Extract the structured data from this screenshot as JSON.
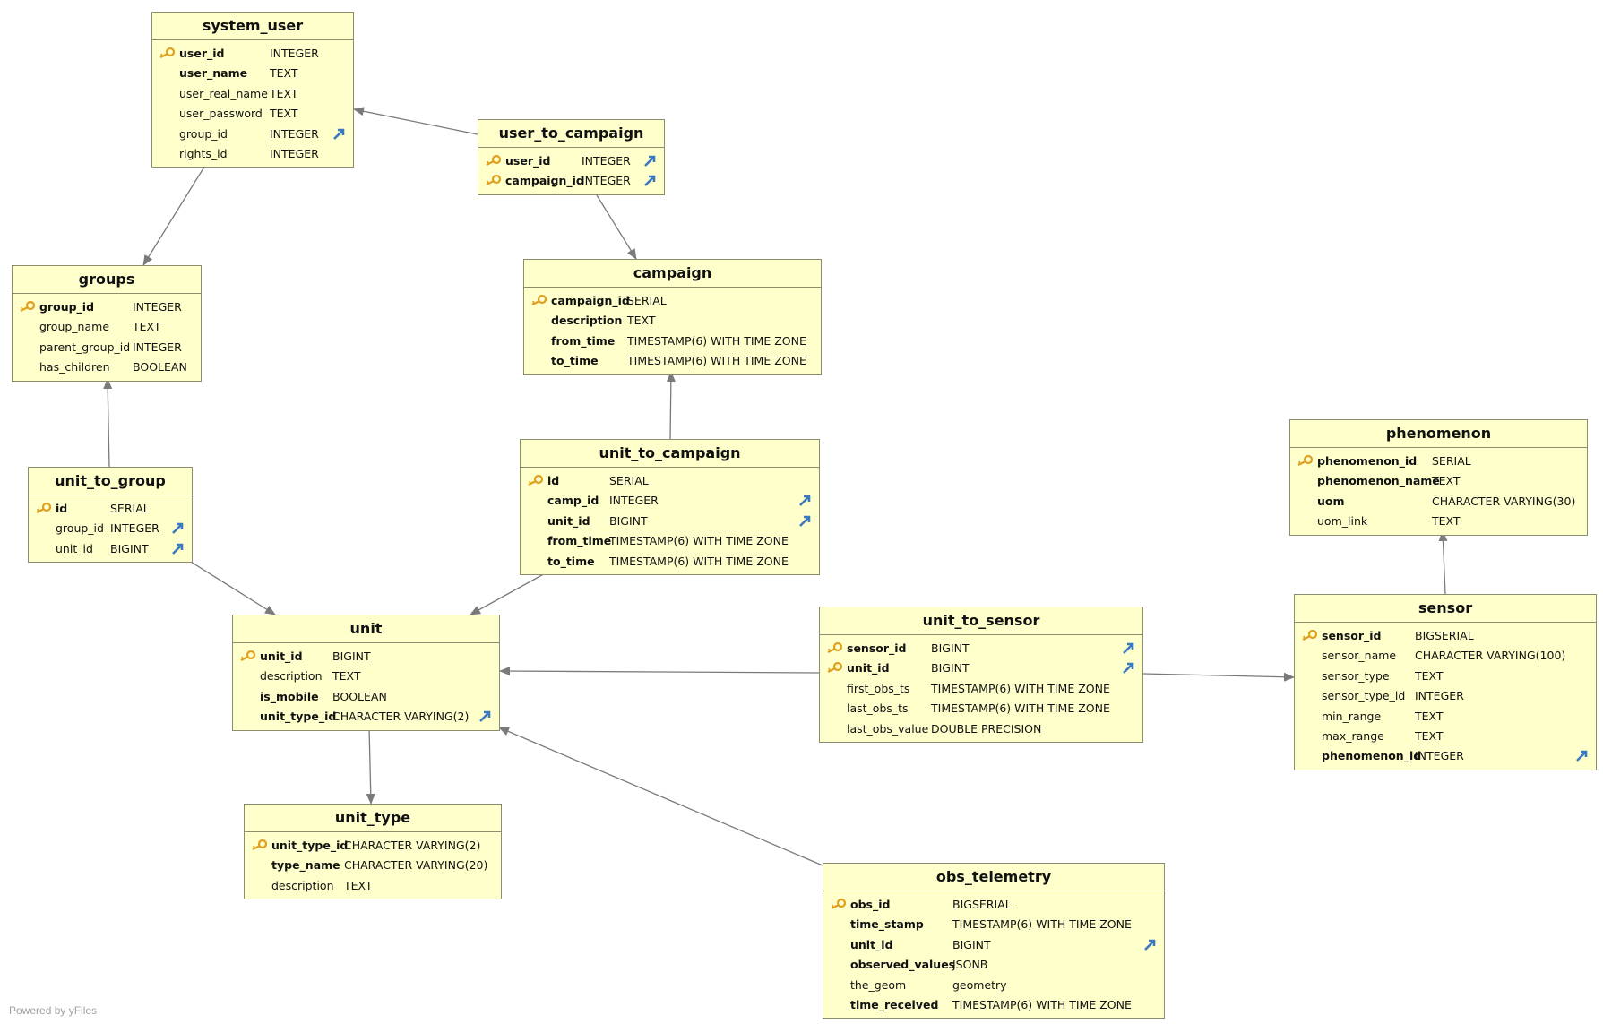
{
  "footer": {
    "powered_by": "Powered by yFiles"
  },
  "tables": [
    {
      "id": "system_user",
      "title": "system_user",
      "name_key": "system-user",
      "columns": [
        {
          "name": "user_id",
          "type": "INTEGER",
          "pk": true,
          "bold": true,
          "fk": false
        },
        {
          "name": "user_name",
          "type": "TEXT",
          "pk": false,
          "bold": true,
          "fk": false
        },
        {
          "name": "user_real_name",
          "type": "TEXT",
          "pk": false,
          "bold": false,
          "fk": false
        },
        {
          "name": "user_password",
          "type": "TEXT",
          "pk": false,
          "bold": false,
          "fk": false
        },
        {
          "name": "group_id",
          "type": "INTEGER",
          "pk": false,
          "bold": false,
          "fk": true
        },
        {
          "name": "rights_id",
          "type": "INTEGER",
          "pk": false,
          "bold": false,
          "fk": false
        }
      ]
    },
    {
      "id": "user_to_campaign",
      "title": "user_to_campaign",
      "name_key": "user-to-campaign",
      "columns": [
        {
          "name": "user_id",
          "type": "INTEGER",
          "pk": true,
          "bold": true,
          "fk": true
        },
        {
          "name": "campaign_id",
          "type": "INTEGER",
          "pk": true,
          "bold": true,
          "fk": true
        }
      ]
    },
    {
      "id": "groups",
      "title": "groups",
      "name_key": "groups",
      "columns": [
        {
          "name": "group_id",
          "type": "INTEGER",
          "pk": true,
          "bold": true,
          "fk": false
        },
        {
          "name": "group_name",
          "type": "TEXT",
          "pk": false,
          "bold": false,
          "fk": false
        },
        {
          "name": "parent_group_id",
          "type": "INTEGER",
          "pk": false,
          "bold": false,
          "fk": false
        },
        {
          "name": "has_children",
          "type": "BOOLEAN",
          "pk": false,
          "bold": false,
          "fk": false
        }
      ]
    },
    {
      "id": "campaign",
      "title": "campaign",
      "name_key": "campaign",
      "columns": [
        {
          "name": "campaign_id",
          "type": "SERIAL",
          "pk": true,
          "bold": true,
          "fk": false
        },
        {
          "name": "description",
          "type": "TEXT",
          "pk": false,
          "bold": true,
          "fk": false
        },
        {
          "name": "from_time",
          "type": "TIMESTAMP(6) WITH TIME ZONE",
          "pk": false,
          "bold": true,
          "fk": false
        },
        {
          "name": "to_time",
          "type": "TIMESTAMP(6) WITH TIME ZONE",
          "pk": false,
          "bold": true,
          "fk": false
        }
      ]
    },
    {
      "id": "phenomenon",
      "title": "phenomenon",
      "name_key": "phenomenon",
      "columns": [
        {
          "name": "phenomenon_id",
          "type": "SERIAL",
          "pk": true,
          "bold": true,
          "fk": false
        },
        {
          "name": "phenomenon_name",
          "type": "TEXT",
          "pk": false,
          "bold": true,
          "fk": false
        },
        {
          "name": "uom",
          "type": "CHARACTER VARYING(30)",
          "pk": false,
          "bold": true,
          "fk": false
        },
        {
          "name": "uom_link",
          "type": "TEXT",
          "pk": false,
          "bold": false,
          "fk": false
        }
      ]
    },
    {
      "id": "unit_to_group",
      "title": "unit_to_group",
      "name_key": "unit-to-group",
      "columns": [
        {
          "name": "id",
          "type": "SERIAL",
          "pk": true,
          "bold": true,
          "fk": false
        },
        {
          "name": "group_id",
          "type": "INTEGER",
          "pk": false,
          "bold": false,
          "fk": true
        },
        {
          "name": "unit_id",
          "type": "BIGINT",
          "pk": false,
          "bold": false,
          "fk": true
        }
      ]
    },
    {
      "id": "unit_to_campaign",
      "title": "unit_to_campaign",
      "name_key": "unit-to-campaign",
      "columns": [
        {
          "name": "id",
          "type": "SERIAL",
          "pk": true,
          "bold": true,
          "fk": false
        },
        {
          "name": "camp_id",
          "type": "INTEGER",
          "pk": false,
          "bold": true,
          "fk": true
        },
        {
          "name": "unit_id",
          "type": "BIGINT",
          "pk": false,
          "bold": true,
          "fk": true
        },
        {
          "name": "from_time",
          "type": "TIMESTAMP(6) WITH TIME ZONE",
          "pk": false,
          "bold": true,
          "fk": false
        },
        {
          "name": "to_time",
          "type": "TIMESTAMP(6) WITH TIME ZONE",
          "pk": false,
          "bold": true,
          "fk": false
        }
      ]
    },
    {
      "id": "unit",
      "title": "unit",
      "name_key": "unit",
      "columns": [
        {
          "name": "unit_id",
          "type": "BIGINT",
          "pk": true,
          "bold": true,
          "fk": false
        },
        {
          "name": "description",
          "type": "TEXT",
          "pk": false,
          "bold": false,
          "fk": false
        },
        {
          "name": "is_mobile",
          "type": "BOOLEAN",
          "pk": false,
          "bold": true,
          "fk": false
        },
        {
          "name": "unit_type_id",
          "type": "CHARACTER VARYING(2)",
          "pk": false,
          "bold": true,
          "fk": true
        }
      ]
    },
    {
      "id": "unit_to_sensor",
      "title": "unit_to_sensor",
      "name_key": "unit-to-sensor",
      "columns": [
        {
          "name": "sensor_id",
          "type": "BIGINT",
          "pk": true,
          "bold": true,
          "fk": true
        },
        {
          "name": "unit_id",
          "type": "BIGINT",
          "pk": true,
          "bold": true,
          "fk": true
        },
        {
          "name": "first_obs_ts",
          "type": "TIMESTAMP(6) WITH TIME ZONE",
          "pk": false,
          "bold": false,
          "fk": false
        },
        {
          "name": "last_obs_ts",
          "type": "TIMESTAMP(6) WITH TIME ZONE",
          "pk": false,
          "bold": false,
          "fk": false
        },
        {
          "name": "last_obs_value",
          "type": "DOUBLE PRECISION",
          "pk": false,
          "bold": false,
          "fk": false
        }
      ]
    },
    {
      "id": "sensor",
      "title": "sensor",
      "name_key": "sensor",
      "columns": [
        {
          "name": "sensor_id",
          "type": "BIGSERIAL",
          "pk": true,
          "bold": true,
          "fk": false
        },
        {
          "name": "sensor_name",
          "type": "CHARACTER VARYING(100)",
          "pk": false,
          "bold": false,
          "fk": false
        },
        {
          "name": "sensor_type",
          "type": "TEXT",
          "pk": false,
          "bold": false,
          "fk": false
        },
        {
          "name": "sensor_type_id",
          "type": "INTEGER",
          "pk": false,
          "bold": false,
          "fk": false
        },
        {
          "name": "min_range",
          "type": "TEXT",
          "pk": false,
          "bold": false,
          "fk": false
        },
        {
          "name": "max_range",
          "type": "TEXT",
          "pk": false,
          "bold": false,
          "fk": false
        },
        {
          "name": "phenomenon_id",
          "type": "INTEGER",
          "pk": false,
          "bold": true,
          "fk": true
        }
      ]
    },
    {
      "id": "unit_type",
      "title": "unit_type",
      "name_key": "unit-type",
      "columns": [
        {
          "name": "unit_type_id",
          "type": "CHARACTER VARYING(2)",
          "pk": true,
          "bold": true,
          "fk": false
        },
        {
          "name": "type_name",
          "type": "CHARACTER VARYING(20)",
          "pk": false,
          "bold": true,
          "fk": false
        },
        {
          "name": "description",
          "type": "TEXT",
          "pk": false,
          "bold": false,
          "fk": false
        }
      ]
    },
    {
      "id": "obs_telemetry",
      "title": "obs_telemetry",
      "name_key": "obs-telemetry",
      "columns": [
        {
          "name": "obs_id",
          "type": "BIGSERIAL",
          "pk": true,
          "bold": true,
          "fk": false
        },
        {
          "name": "time_stamp",
          "type": "TIMESTAMP(6) WITH TIME ZONE",
          "pk": false,
          "bold": true,
          "fk": false
        },
        {
          "name": "unit_id",
          "type": "BIGINT",
          "pk": false,
          "bold": true,
          "fk": true
        },
        {
          "name": "observed_values",
          "type": "JSONB",
          "pk": false,
          "bold": true,
          "fk": false
        },
        {
          "name": "the_geom",
          "type": "geometry",
          "pk": false,
          "bold": false,
          "fk": false
        },
        {
          "name": "time_received",
          "type": "TIMESTAMP(6) WITH TIME ZONE",
          "pk": false,
          "bold": true,
          "fk": false
        }
      ]
    }
  ],
  "relationships": [
    {
      "from": "user_to_campaign",
      "to": "system_user"
    },
    {
      "from": "user_to_campaign",
      "to": "campaign"
    },
    {
      "from": "system_user",
      "to": "groups"
    },
    {
      "from": "unit_to_group",
      "to": "groups"
    },
    {
      "from": "unit_to_group",
      "to": "unit"
    },
    {
      "from": "unit_to_campaign",
      "to": "campaign"
    },
    {
      "from": "unit_to_campaign",
      "to": "unit"
    },
    {
      "from": "unit_to_sensor",
      "to": "unit"
    },
    {
      "from": "unit_to_sensor",
      "to": "sensor"
    },
    {
      "from": "sensor",
      "to": "phenomenon"
    },
    {
      "from": "unit",
      "to": "unit_type"
    },
    {
      "from": "obs_telemetry",
      "to": "unit"
    }
  ]
}
